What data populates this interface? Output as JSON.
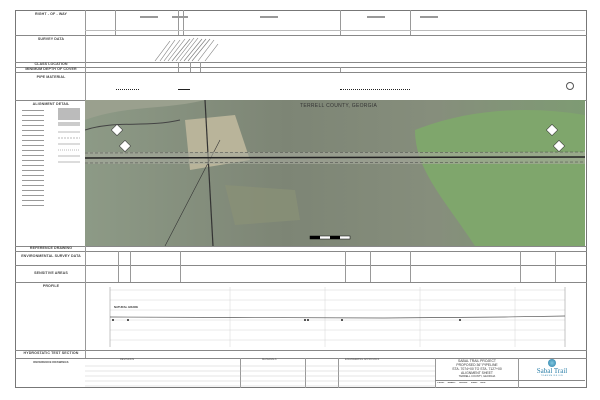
{
  "left_panel": {
    "right_of_way": "RIGHT - OF - WAY",
    "survey_data": "SURVEY DATA",
    "class_location": "CLASS LOCATION",
    "min_depth": "MINIMUM DEPTH OF COVER",
    "pipe_material": "PIPE MATERIAL",
    "alignment_detail": "ALIGNMENT DETAIL",
    "reference_drawing": "REFERENCE DRAWING",
    "environmental": "ENVIRONMENTAL SURVEY DATA",
    "sensitive": "SENSITIVE AREAS",
    "profile": "PROFILE",
    "hydro": "HYDROSTATIC TEST SECTION",
    "reference_drawings": "REFERENCE DRAWINGS"
  },
  "map": {
    "county_label": "TERRELL COUNTY, GEORGIA"
  },
  "profile": {
    "natural_grade": "NATURAL GRADE"
  },
  "title_block": {
    "revisions": "REVISIONS",
    "materials": "MATERIALS",
    "approvals": "ENGINEERING APPROVALS",
    "project": "SABAL TRAIL PROJECT",
    "pipeline": "PROPOSED 36\" PIPELINE",
    "stations": "STA. 7074+00 TO STA. 7127+00",
    "sheet_type": "ALIGNMENT SHEET",
    "location": "TERRELL COUNTY, GEORGIA",
    "year_label": "YEAR:",
    "sheet_label": "SHEET:",
    "scale_label": "SCALE:",
    "dwg_label": "DWG:",
    "rev_label": "REV:",
    "logo_text": "Sabal Trail",
    "logo_sub": "TRANSMISSION"
  },
  "colors": {
    "logo": "#2a7fa8",
    "pipeline": "#222222"
  }
}
